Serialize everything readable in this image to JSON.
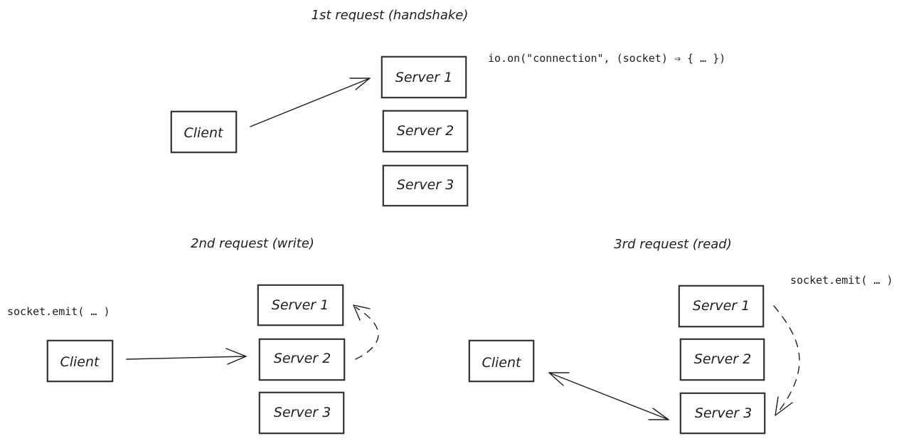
{
  "sections": {
    "handshake": {
      "title": "1st request (handshake)",
      "client_label": "Client",
      "servers": [
        "Server 1",
        "Server 2",
        "Server 3"
      ],
      "code": "io.on(\"connection\", (socket) ⇒ {  …  })"
    },
    "write": {
      "title": "2nd request (write)",
      "client_label": "Client",
      "servers": [
        "Server 1",
        "Server 2",
        "Server 3"
      ],
      "code": "socket.emit( … )"
    },
    "read": {
      "title": "3rd request (read)",
      "client_label": "Client",
      "servers": [
        "Server 1",
        "Server 2",
        "Server 3"
      ],
      "code": "socket.emit( … )"
    }
  },
  "colors": {
    "ink": "#1e1e1e",
    "background": "#ffffff"
  }
}
